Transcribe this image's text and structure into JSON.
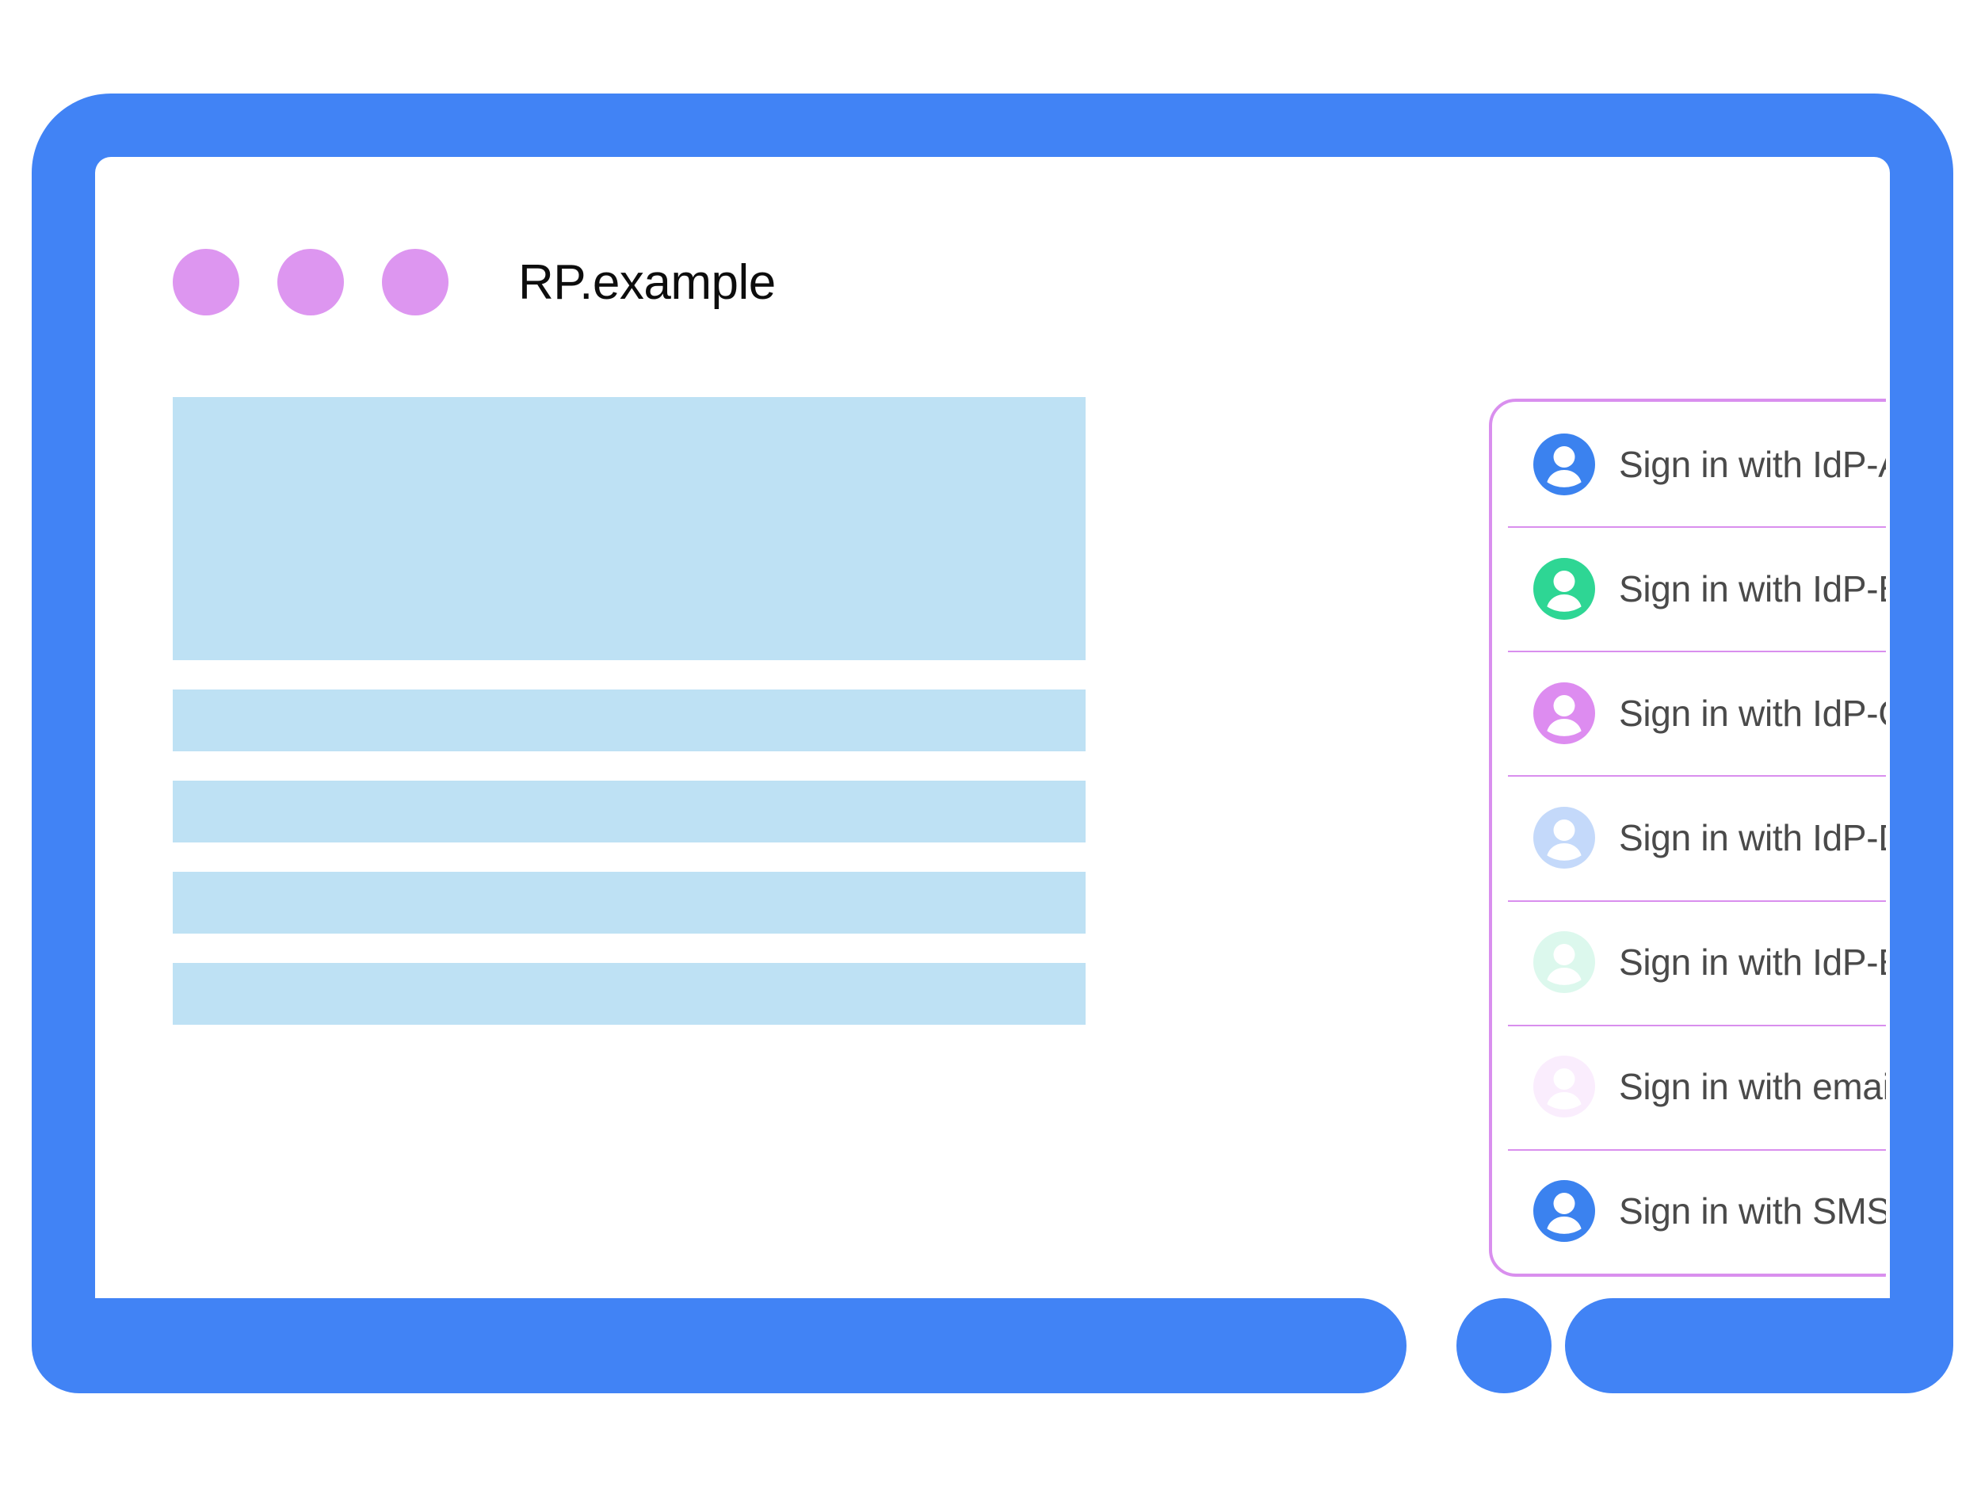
{
  "window": {
    "title": "RP.example",
    "dot_count": 3,
    "dot_color": "#DD96F0",
    "bezel_color": "#4183F5",
    "screen_background": "#FFFFFF"
  },
  "content": {
    "placeholder_color": "#BEE1F4",
    "blocks": [
      {
        "kind": "hero"
      },
      {
        "kind": "bar"
      },
      {
        "kind": "bar"
      },
      {
        "kind": "bar"
      },
      {
        "kind": "bar"
      }
    ]
  },
  "popup": {
    "border_color": "#D98FEE",
    "divider_color": "#D98FEE",
    "label_color": "#4A4A4A",
    "options": [
      {
        "label": "Sign in with IdP-A",
        "icon": "person-avatar-icon",
        "avatar_color": "#3B82EF",
        "avatar_opacity": 1
      },
      {
        "label": "Sign in with IdP-B",
        "icon": "person-avatar-icon",
        "avatar_color": "#2ED694",
        "avatar_opacity": 1
      },
      {
        "label": "Sign in with IdP-C",
        "icon": "person-avatar-icon",
        "avatar_color": "#DD8CF0",
        "avatar_opacity": 1
      },
      {
        "label": "Sign in with IdP-D",
        "icon": "person-avatar-icon",
        "avatar_color": "#3B82EF",
        "avatar_opacity": 0.3
      },
      {
        "label": "Sign in with IdP-E",
        "icon": "person-avatar-icon",
        "avatar_color": "#2ED694",
        "avatar_opacity": 0.17
      },
      {
        "label": "Sign in with email",
        "icon": "person-avatar-icon",
        "avatar_color": "#DD8CF0",
        "avatar_opacity": 0.16
      },
      {
        "label": "Sign in with SMS",
        "icon": "person-avatar-icon",
        "avatar_color": "#3B82EF",
        "avatar_opacity": 1
      }
    ]
  }
}
